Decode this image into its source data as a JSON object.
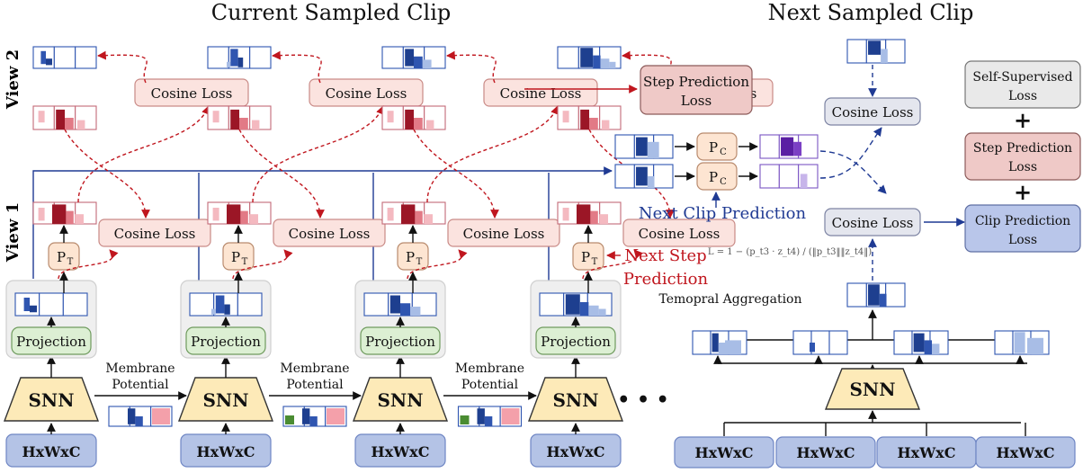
{
  "titles": {
    "current": "Current Sampled Clip",
    "next": "Next Sampled Clip"
  },
  "views": {
    "view2": "View 2",
    "view1": "View 1"
  },
  "loss_labels": {
    "cosine": "Cosine Loss",
    "step_prediction": "Step Prediction Loss",
    "self_supervised": "Self-Supervised Loss",
    "step_prediction_right": "Step Prediction Loss",
    "clip_prediction": "Clip Prediction Loss",
    "plus": "+"
  },
  "modules": {
    "snn": "SNN",
    "projection": "Projection",
    "input": "HxWxC",
    "pt_main": "P",
    "pt_sub": "T",
    "pc_main": "P",
    "pc_sub": "C",
    "ellipsis": "• • •"
  },
  "annotations": {
    "membrane_line1": "Membrane",
    "membrane_line2": "Potential",
    "next_step_line1": "Next Step",
    "next_step_line2": "Prediction",
    "next_clip": "Next Clip Prediction",
    "temporal_aggregation": "Temopral Aggregation",
    "formula": "L = 1 − (p_t3 · z_t4) / (‖p_t3‖‖z_t4‖)"
  },
  "colors": {
    "blue_box": "#b4c3e6",
    "blue_box_border": "#6f86c4",
    "green_box": "#dcefd3",
    "green_border": "#6f9b5e",
    "pink_box": "#fbe3df",
    "pink_border": "#c98a86",
    "peach_box": "#fde5d2",
    "gray_box": "#e4e6ee",
    "step_loss_box": "#efc9c7",
    "clip_loss_box": "#b9c6ea",
    "self_sup_box": "#e9e9e9",
    "snn_fill": "#fdeab8",
    "dark_blue": "#1f3a93",
    "dark_red": "#c0161e"
  }
}
